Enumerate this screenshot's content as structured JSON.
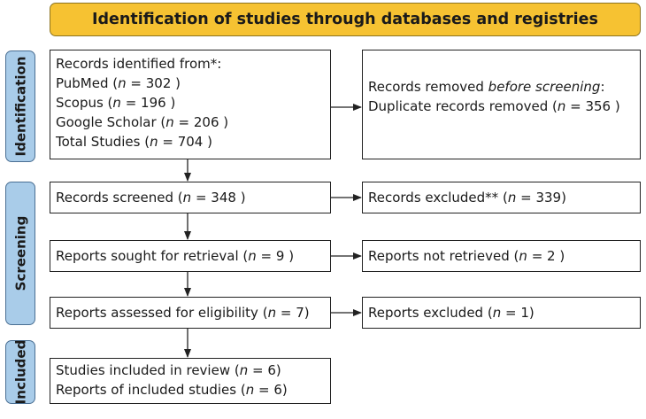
{
  "header": {
    "title": "Identification of studies through databases and registries"
  },
  "phases": {
    "identification": "Identification",
    "screening": "Screening",
    "included": "Included"
  },
  "boxes": {
    "records_identified": {
      "heading": "Records identified from*:",
      "pubmed_prefix": "PubMed (",
      "pubmed_value": "302",
      "scopus_prefix": "Scopus (",
      "scopus_value": "196",
      "scholar_prefix": "Google Scholar (",
      "scholar_value": "206",
      "total_prefix": "Total Studies (",
      "total_value": "704"
    },
    "records_removed": {
      "heading_prefix": "Records removed ",
      "heading_em": "before screening",
      "heading_suffix": ":",
      "duplicates_prefix": "Duplicate records removed (",
      "duplicates_value": "356"
    },
    "records_screened": {
      "prefix": "Records screened (",
      "value": "348"
    },
    "records_excluded": {
      "prefix": "Records excluded** (",
      "value": "339"
    },
    "reports_sought": {
      "prefix": "Reports sought for retrieval (",
      "value": "9"
    },
    "reports_not_retrieved": {
      "prefix": "Reports not retrieved (",
      "value": "2"
    },
    "reports_assessed": {
      "prefix": "Reports assessed for eligibility (",
      "value": "7"
    },
    "reports_excluded": {
      "prefix": "Reports excluded (",
      "value": "1"
    },
    "studies_included": {
      "line1_prefix": "Studies included in review (",
      "line1_value": "6",
      "line2_prefix": "Reports of included studies (",
      "line2_value": "6"
    }
  },
  "n_label": "n",
  "equals": " = ",
  "close_paren_spaced": " )",
  "close_paren": ")",
  "colors": {
    "header_fill": "#f6c232",
    "phase_fill": "#a9cce9",
    "box_border": "#222222"
  }
}
